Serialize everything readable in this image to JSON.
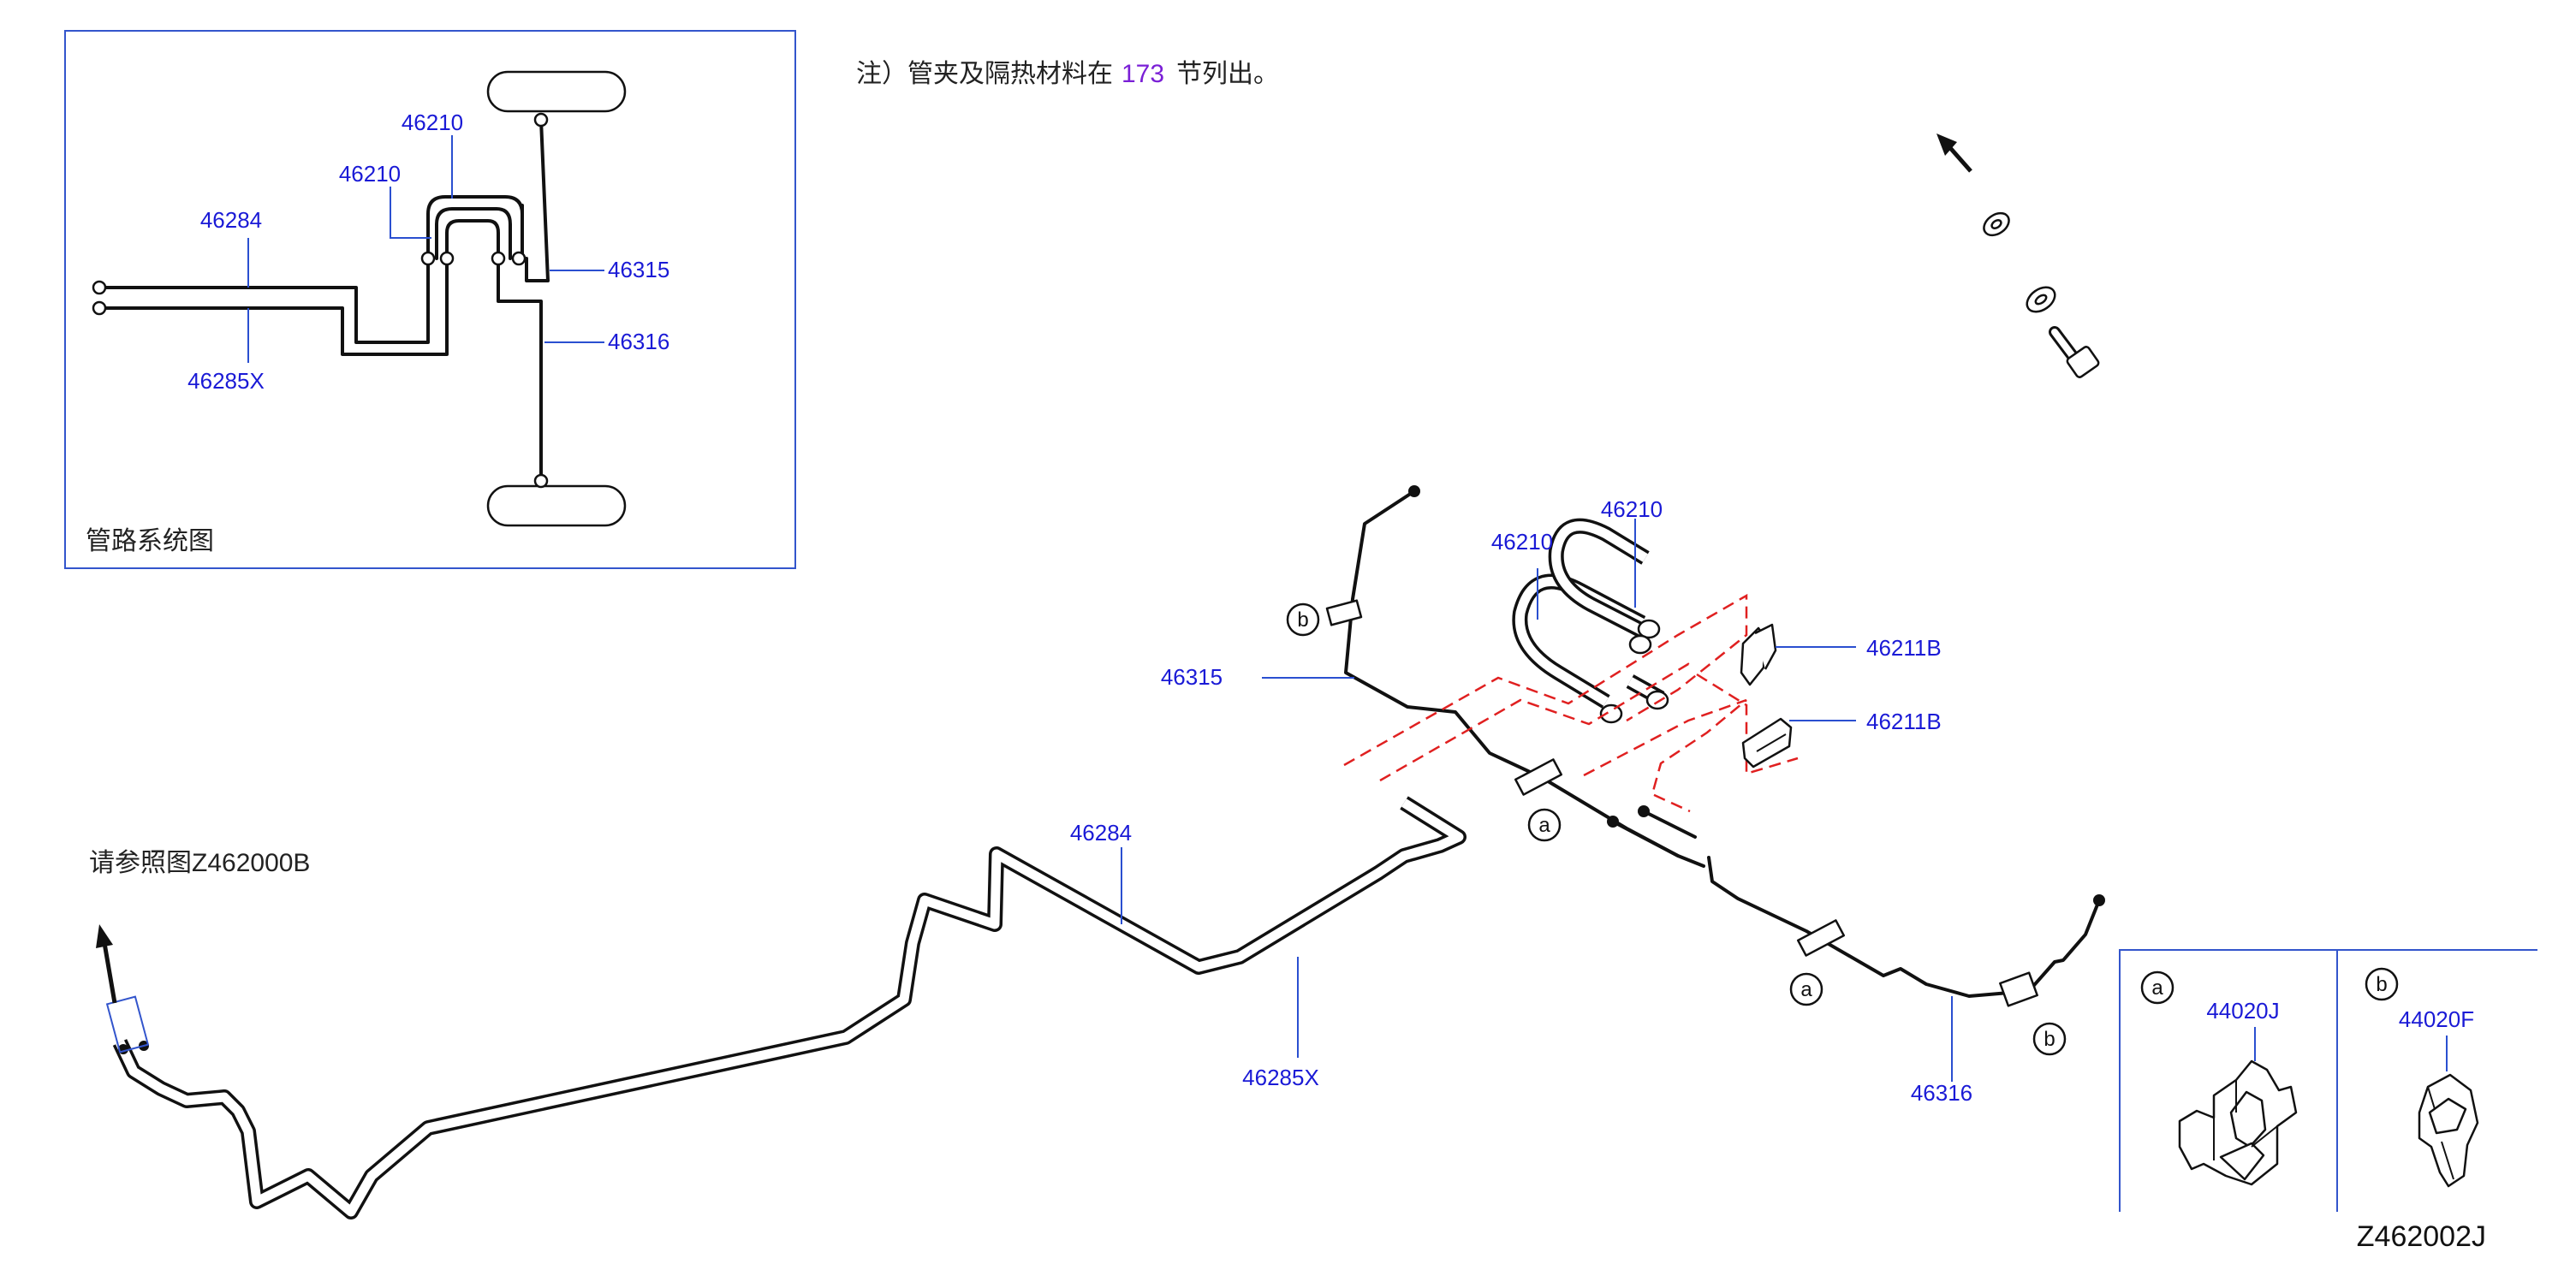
{
  "note": {
    "prefix": "注）管夹及隔热材料在",
    "page_ref": "173",
    "suffix": "节列出。"
  },
  "inset": {
    "title": "管路系统图",
    "labels": {
      "l46210_top": "46210",
      "l46210_left": "46210",
      "l46284": "46284",
      "l46285x": "46285X",
      "l46315": "46315",
      "l46316": "46316"
    }
  },
  "main": {
    "see_ref": "请参照图Z462000B",
    "labels": {
      "l46210_a": "46210",
      "l46210_b": "46210",
      "l46211b_1": "46211B",
      "l46211b_2": "46211B",
      "l46315": "46315",
      "l46284": "46284",
      "l46285x": "46285X",
      "l46316": "46316"
    },
    "callouts": {
      "a": "a",
      "b": "b"
    }
  },
  "clip_legend": {
    "a_letter": "a",
    "a_part": "44020J",
    "b_letter": "b",
    "b_part": "44020F"
  },
  "figure_code": "Z462002J",
  "colors": {
    "label": "#1a1ad6",
    "page_ref": "#7a1fd6",
    "phantom_line": "#e02020",
    "frame": "#3355cc"
  }
}
